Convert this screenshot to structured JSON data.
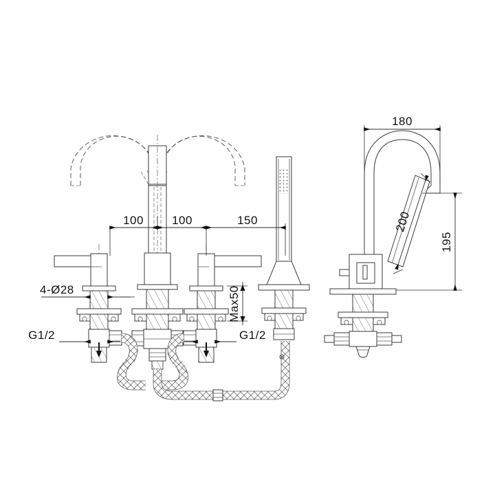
{
  "drawing": {
    "title": "Deck-mounted 4-hole bath mixer with swivel spout and handshower",
    "background_color": "#ffffff",
    "line_color": "#3a3a3a",
    "text_color": "#111111",
    "views": [
      {
        "name": "front-elevation",
        "label": ""
      },
      {
        "name": "side-elevation",
        "label": ""
      }
    ]
  },
  "dimensions": {
    "front": {
      "spacing_left": "100",
      "spacing_right": "100",
      "spacing_shower": "150",
      "hole_note": "4-Ø28",
      "inlet_left": "G1/2",
      "inlet_right": "G1/2",
      "deck_thickness": "Max50"
    },
    "side": {
      "reach": "180",
      "spout_length": "200",
      "height": "195"
    }
  },
  "annotations": [
    {
      "id": "dim-100-left",
      "value": "100",
      "kind": "linear-horizontal"
    },
    {
      "id": "dim-100-right",
      "value": "100",
      "kind": "linear-horizontal"
    },
    {
      "id": "dim-150",
      "value": "150",
      "kind": "linear-horizontal"
    },
    {
      "id": "note-holes",
      "value": "4-Ø28",
      "kind": "leader-note"
    },
    {
      "id": "note-inlet-l",
      "value": "G1/2",
      "kind": "leader-note"
    },
    {
      "id": "note-inlet-r",
      "value": "G1/2",
      "kind": "leader-note"
    },
    {
      "id": "dim-max50",
      "value": "Max50",
      "kind": "linear-vertical"
    },
    {
      "id": "dim-180",
      "value": "180",
      "kind": "linear-horizontal"
    },
    {
      "id": "dim-200",
      "value": "200",
      "kind": "linear-aligned"
    },
    {
      "id": "dim-195",
      "value": "195",
      "kind": "linear-vertical"
    }
  ],
  "parts": [
    {
      "id": "handle-left",
      "name": "left lever handle"
    },
    {
      "id": "spout-center",
      "name": "swivel spout"
    },
    {
      "id": "handle-right",
      "name": "right lever handle"
    },
    {
      "id": "shower-holder",
      "name": "handshower and holder"
    },
    {
      "id": "hose-assembly",
      "name": "braided flexible hoses"
    },
    {
      "id": "mixer-body",
      "name": "center mixer tee"
    }
  ]
}
